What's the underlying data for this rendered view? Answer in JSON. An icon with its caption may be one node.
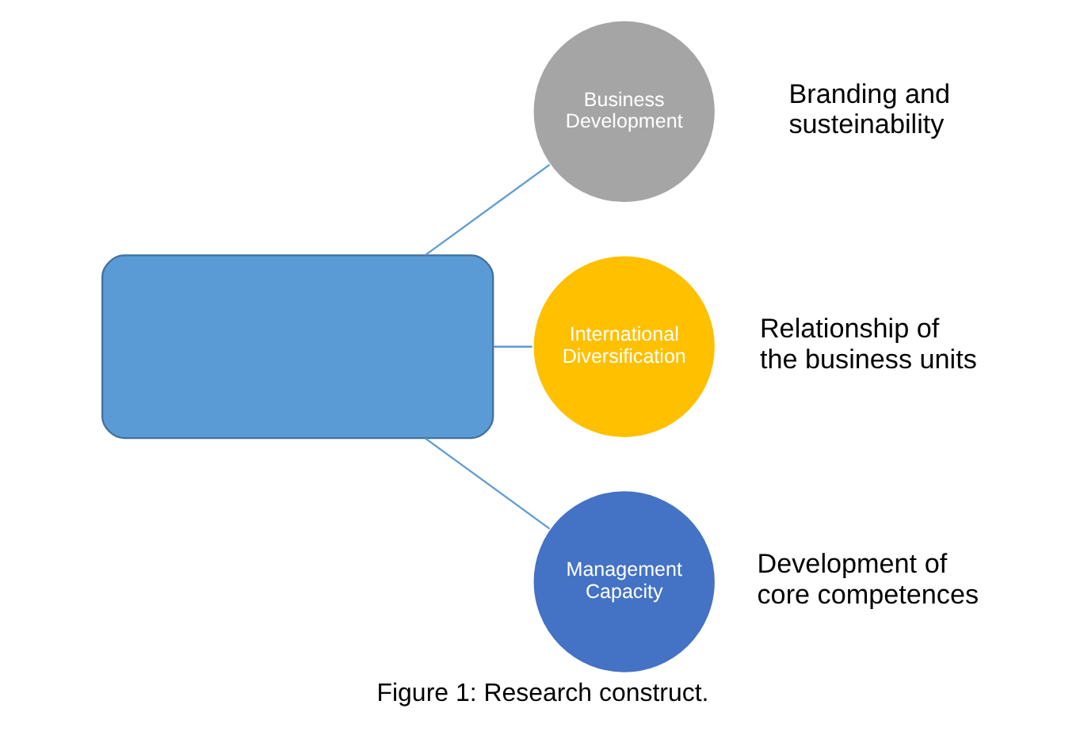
{
  "diagram": {
    "caption": "Figure 1: Research construct.",
    "nodes": [
      {
        "text": [],
        "shape": "box"
      },
      {
        "text": [
          "Business Development"
        ],
        "beside": [
          "Branding and susteinability"
        ]
      },
      {
        "text": [
          "International Diversification"
        ],
        "beside": [
          "Relationship of the business units"
        ]
      },
      {
        "text": [
          "Management Capacity"
        ],
        "beside": [
          "Development of core competences"
        ]
      }
    ],
    "edges": [
      {
        "from": 0,
        "to": 1,
        "arrow": "none"
      },
      {
        "from": 0,
        "to": 2,
        "arrow": "none"
      },
      {
        "from": 0,
        "to": 3,
        "arrow": "none"
      }
    ]
  }
}
